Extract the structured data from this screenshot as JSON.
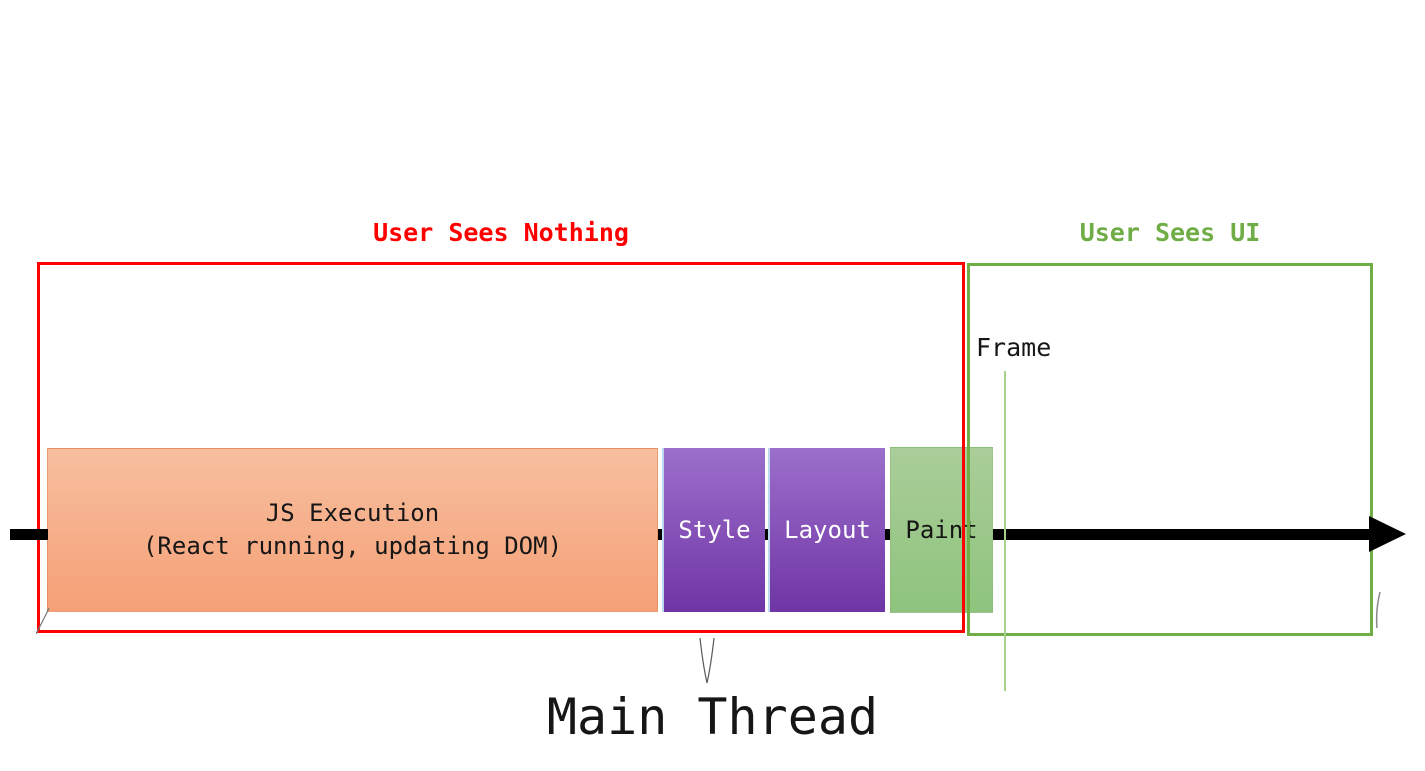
{
  "diagram": {
    "region_nothing": {
      "title": "User Sees Nothing"
    },
    "region_ui": {
      "title": "User Sees UI"
    },
    "frame_label": "Frame",
    "main_thread_label": "Main Thread",
    "blocks": {
      "js": {
        "line1": "JS Execution",
        "line2": "(React running, updating DOM)"
      },
      "style": {
        "label": "Style"
      },
      "layout": {
        "label": "Layout"
      },
      "paint": {
        "label": "Paint"
      }
    },
    "colors": {
      "red": "#fe0000",
      "green": "#70ad47",
      "light_green_line": "#a9d18e",
      "orange_top": "#f7bf9f",
      "orange_bottom": "#f5a076",
      "purple_top": "#9c6fcb",
      "purple_bottom": "#6f35a5",
      "paint_top": "#aacd99",
      "paint_bottom": "#8ec47d",
      "timeline": "#000000",
      "text_dark": "#161616",
      "text_light": "#ffffff"
    }
  }
}
